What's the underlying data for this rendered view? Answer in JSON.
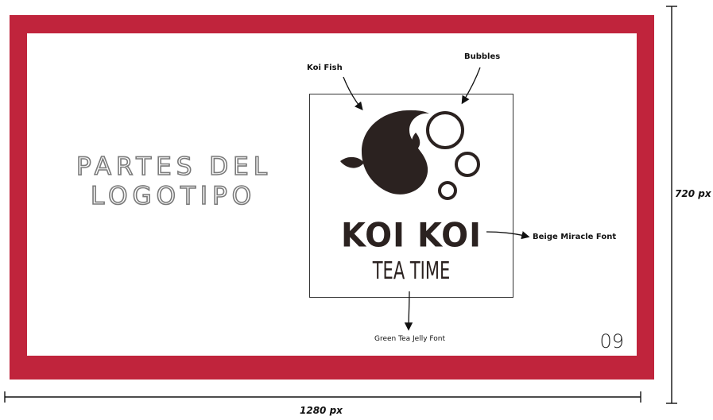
{
  "slide": {
    "title_line1": "PARTES DEL",
    "title_line2": "LOGOTIPO",
    "page_number": "09"
  },
  "logo": {
    "brand_name": "KOI KOI",
    "tagline": "TEA TIME"
  },
  "annotations": {
    "koi_fish": "Koi Fish",
    "bubbles": "Bubbles",
    "beige_font": "Beige Miracle Font",
    "green_font": "Green Tea Jelly Font"
  },
  "dimensions": {
    "width_label": "1280 px",
    "height_label": "720 px"
  },
  "colors": {
    "frame": "#c0243c",
    "logo_dark": "#2b2220"
  }
}
